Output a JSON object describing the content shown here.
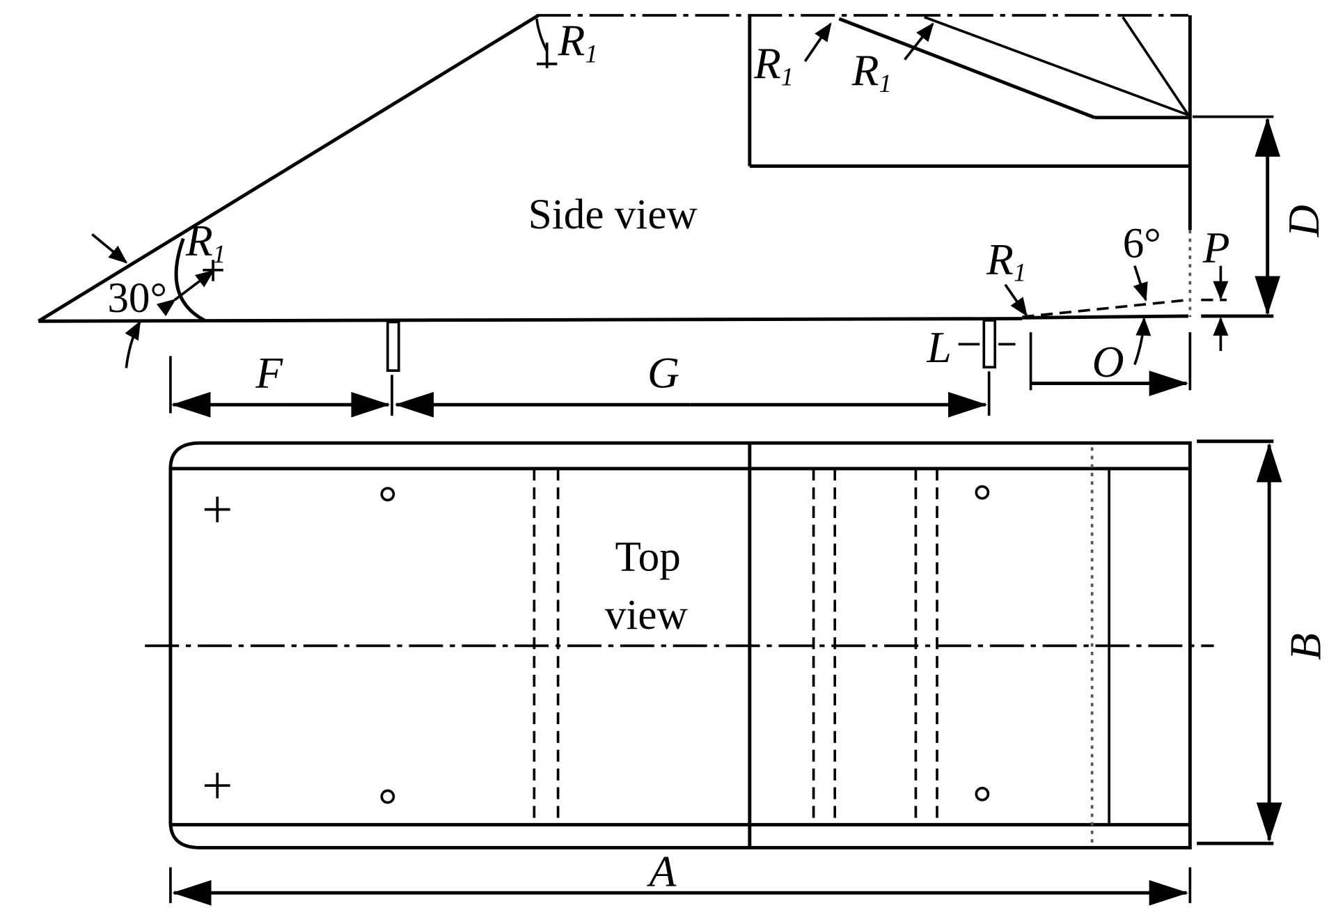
{
  "side_view": {
    "title": "Side view",
    "radius_label": "R",
    "radius_sub": "1",
    "angle_front": "30°",
    "angle_rear": "6°"
  },
  "top_view": {
    "title_line1": "Top",
    "title_line2": "view"
  },
  "dimensions": {
    "A": "A",
    "B": "B",
    "D": "D",
    "F": "F",
    "G": "G",
    "L": "L",
    "O": "O",
    "P": "P"
  }
}
